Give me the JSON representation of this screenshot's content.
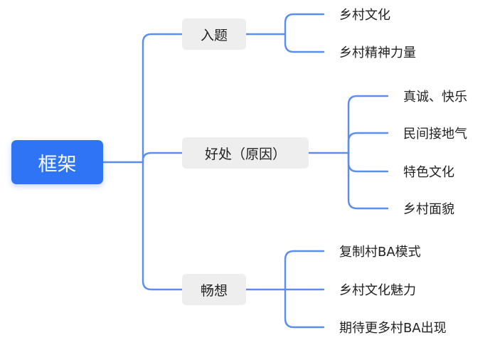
{
  "root": {
    "label": "框架"
  },
  "branches": [
    {
      "label": "入题",
      "leaves": [
        "乡村文化",
        "乡村精神力量"
      ]
    },
    {
      "label": "好处（原因）",
      "leaves": [
        "真诚、快乐",
        "民间接地气",
        "特色文化",
        "乡村面貌"
      ]
    },
    {
      "label": "畅想",
      "leaves": [
        "复制村BA模式",
        "乡村文化魅力",
        "期待更多村BA出现"
      ]
    }
  ],
  "colors": {
    "root_fill": "#2f74f5",
    "root_text": "#ffffff",
    "branch_fill": "#eeeeee",
    "connector": "#5b8df0",
    "text": "#222222"
  }
}
